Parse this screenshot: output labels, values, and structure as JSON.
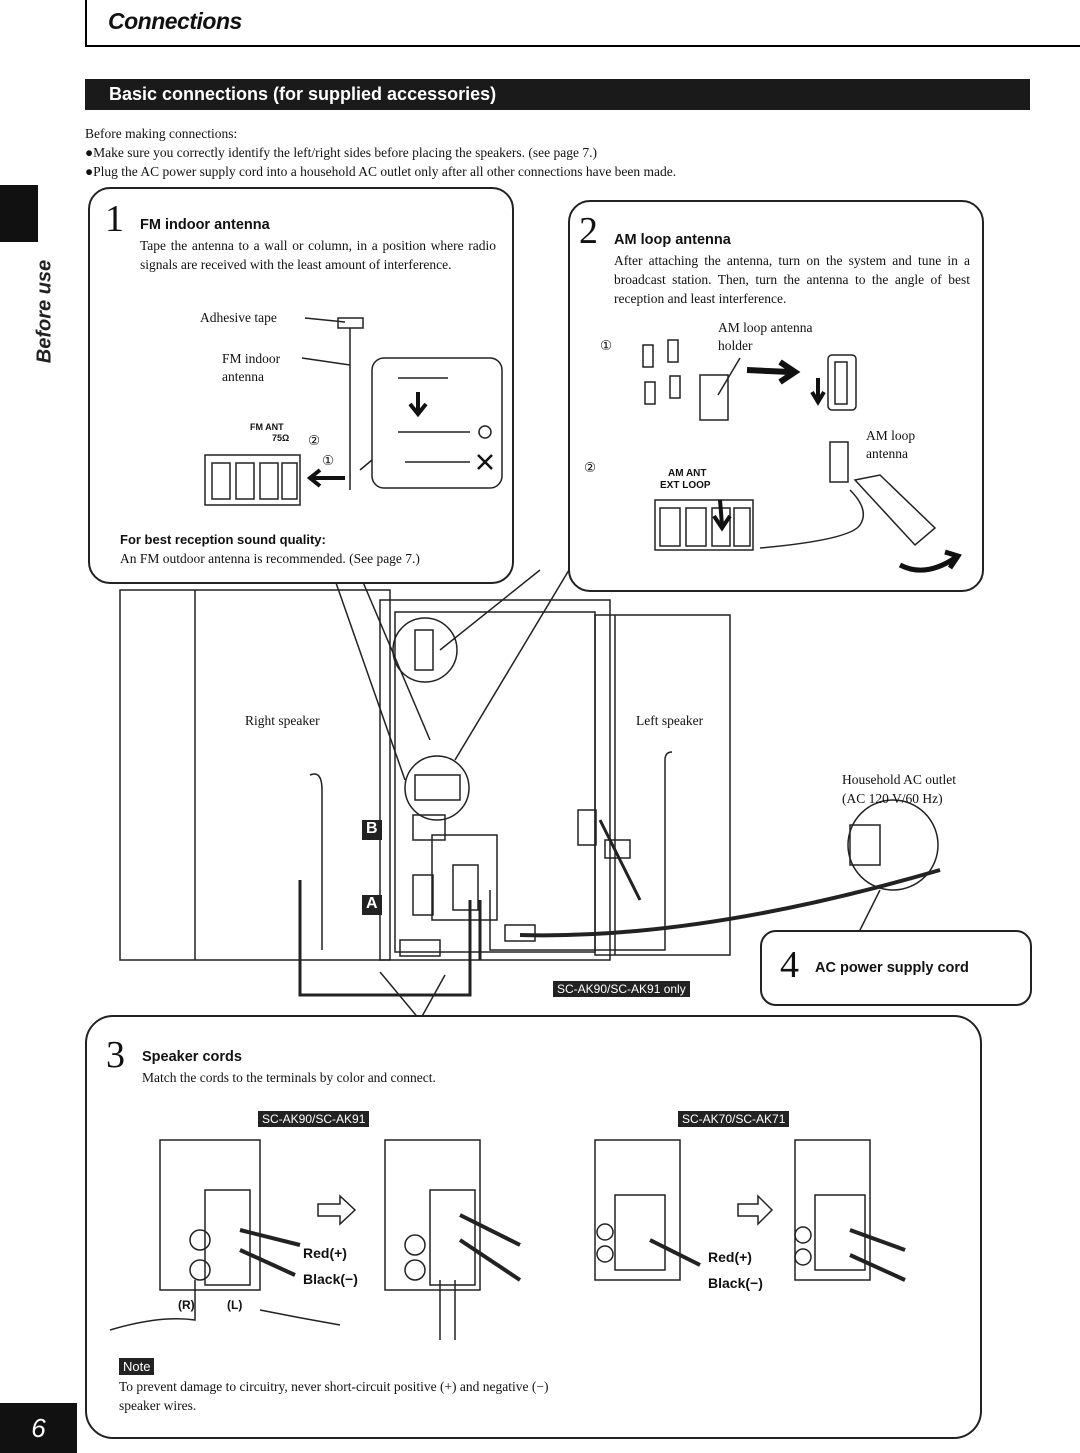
{
  "header": {
    "title": "Connections",
    "banner": "Basic connections (for supplied accessories)"
  },
  "side": {
    "tab_label": "Before use",
    "page_number": "6"
  },
  "intro": {
    "lead": "Before making connections:",
    "bullets": [
      "●Make sure you correctly identify the left/right sides before placing the speakers. (see page 7.)",
      "●Plug the AC power supply cord into a household AC outlet only after all other connections have been made."
    ]
  },
  "step1": {
    "number": "1",
    "title": "FM indoor antenna",
    "body": "Tape the antenna to a wall or column, in a position where radio signals are received with the least amount of interference.",
    "labels": {
      "tape": "Adhesive tape",
      "antenna": "FM indoor antenna",
      "fm_ant": "FM ANT",
      "ohm": "75Ω",
      "c1": "①",
      "c2": "②"
    },
    "tip_title": "For best reception sound quality:",
    "tip_body": "An FM outdoor antenna is recommended. (See page 7.)"
  },
  "step2": {
    "number": "2",
    "title": "AM loop antenna",
    "body": "After attaching the antenna, turn on the system and tune in a broadcast station. Then, turn the antenna to the angle of best reception and least interference.",
    "labels": {
      "c1": "①",
      "c2": "②",
      "holder": "AM loop antenna holder",
      "loop": "AM loop antenna",
      "am_ant": "AM ANT",
      "ext_loop": "EXT LOOP"
    }
  },
  "rear": {
    "right_speaker": "Right speaker",
    "left_speaker": "Left speaker",
    "outlet": "Household AC outlet",
    "outlet_spec": "(AC 120 V/60 Hz)",
    "badge_b": "B",
    "badge_a": "A",
    "only_tag": "SC-AK90/SC-AK91 only"
  },
  "step4": {
    "number": "4",
    "title": "AC power supply cord"
  },
  "step3": {
    "number": "3",
    "title": "Speaker cords",
    "body": "Match the cords to the terminals by color and connect.",
    "tag_left": "SC-AK90/SC-AK91",
    "tag_right": "SC-AK70/SC-AK71",
    "red": "Red(+)",
    "black": "Black(−)",
    "r": "(R)",
    "l": "(L)",
    "note_tag": "Note",
    "note_body": "To prevent damage to circuitry, never short-circuit positive (+) and negative (−) speaker wires."
  }
}
